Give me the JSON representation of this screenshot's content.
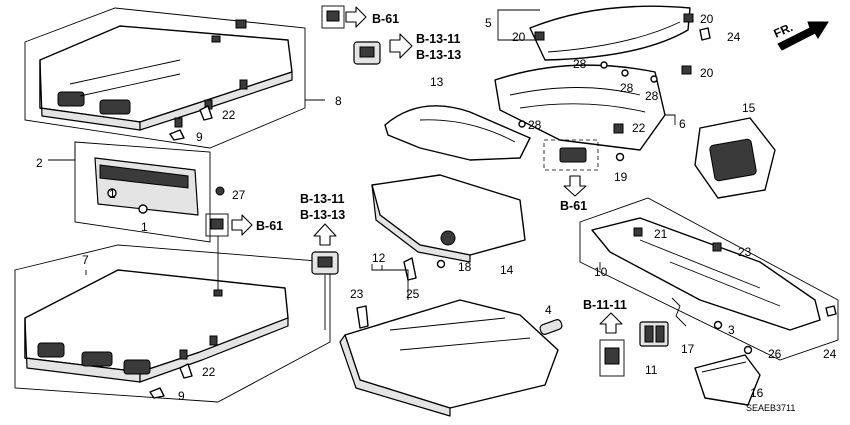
{
  "diagram_code": "SEAEB3711",
  "orientation": {
    "label": "FR."
  },
  "part_numbers": [
    "1",
    "1",
    "2",
    "3",
    "4",
    "5",
    "6",
    "7",
    "8",
    "9",
    "9",
    "10",
    "11",
    "12",
    "13",
    "14",
    "15",
    "16",
    "17",
    "18",
    "19",
    "20",
    "20",
    "20",
    "21",
    "22",
    "22",
    "22",
    "22",
    "23",
    "23",
    "24",
    "24",
    "25",
    "26",
    "27",
    "28",
    "28",
    "28",
    "28"
  ],
  "references": [
    "B-61",
    "B-13-11",
    "B-13-13",
    "B-61",
    "B-13-11",
    "B-13-13",
    "B-61",
    "B-11-11"
  ]
}
